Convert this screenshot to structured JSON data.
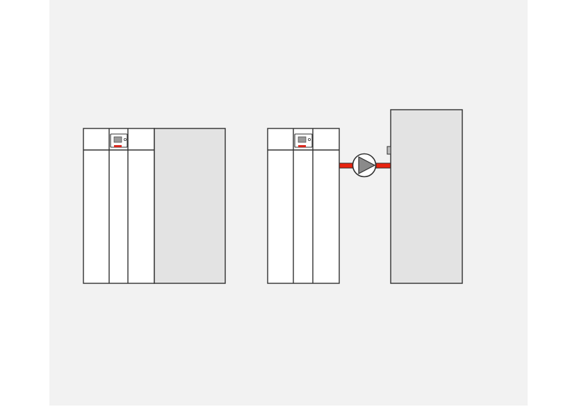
{
  "diagram": {
    "colors": {
      "page": "#ffffff",
      "canvas": "#f2f2f2",
      "unit_body": "#ffffff",
      "tank_body": "#e3e3e3",
      "outline": "#2f2f2f",
      "pipe": "#e8230f",
      "pump_triangle": "#8a8a8a",
      "display_screen": "#9a9a9a",
      "logo_red": "#d9261c"
    },
    "variant_a": {
      "components": [
        "boiler-unit",
        "integrated-storage-tank"
      ]
    },
    "variant_b": {
      "components": [
        "boiler-unit",
        "circulation-pump",
        "external-storage-tank"
      ],
      "connection": "flow-pipe"
    }
  }
}
